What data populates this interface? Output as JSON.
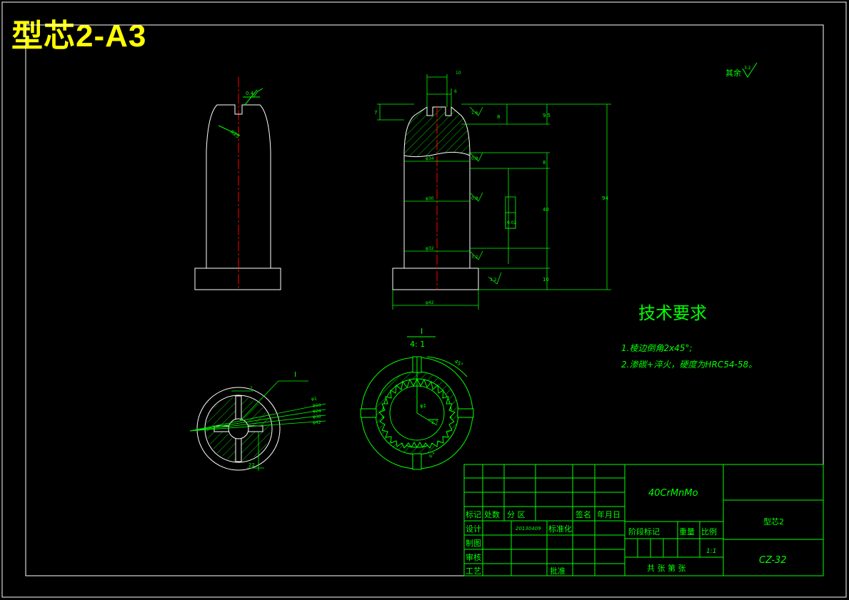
{
  "title": "型芯2-A3",
  "colors": {
    "background": "#000000",
    "frame": "#ffffff",
    "geometry": "#ffffff",
    "dimension": "#00ff00",
    "centerline": "#ff0000",
    "title": "#ffff00"
  },
  "roughness_note": "其余",
  "roughness_general": "3.2",
  "tech_req": {
    "heading": "技术要求",
    "items": [
      "1.棱边倒角2x45°;",
      "2.渗碳+淬火，硬度为HRC54-58。"
    ]
  },
  "detail_label": {
    "name": "I",
    "scale": "4: 1"
  },
  "dims": {
    "front_tip": "0.4",
    "front_radius": "R25",
    "slot_w": "10",
    "top_d": "6",
    "d_7": "7",
    "d_8a": "8",
    "d_9_5": "9.5",
    "d_8b": "8",
    "d_40": "40",
    "d_94": "94",
    "d_10": "10",
    "d_tolerance": "0.02",
    "bottom_d": "φ42",
    "rough_a": "1.6",
    "rough_b": "0.8",
    "rough_c": "0.8",
    "rough_d": "3.2",
    "rough_e": "3.2",
    "d_phi34": "φ34",
    "d_phi30": "φ30",
    "d_phi32": "φ32",
    "d_phi1": "φ1",
    "d_phi10": "φ10",
    "d_phi24": "φ24",
    "d_phi30b": "φ30",
    "d_phi42": "φ42",
    "d_22": "22",
    "d_2": "2",
    "d_angle": "45°",
    "d_phi1b": "φ1",
    "d_2_7": "2.7",
    "d_0_2": "0.2"
  },
  "title_block": {
    "material": "40CrMnMo",
    "part_name": "型芯2",
    "drawing_no": "CZ-32",
    "scale_value": "1:1",
    "date": "20130409",
    "labels": {
      "mark": "标记",
      "count": "处数",
      "zone": "分 区",
      "signature": "签名",
      "date": "年月日",
      "design": "设计",
      "standardize": "标准化",
      "stage_mark": "阶段标记",
      "weight": "重量",
      "scale": "比例",
      "draw": "制图",
      "check": "审核",
      "process": "工艺",
      "approve": "批准",
      "sheets": "共 张 第 张"
    }
  }
}
